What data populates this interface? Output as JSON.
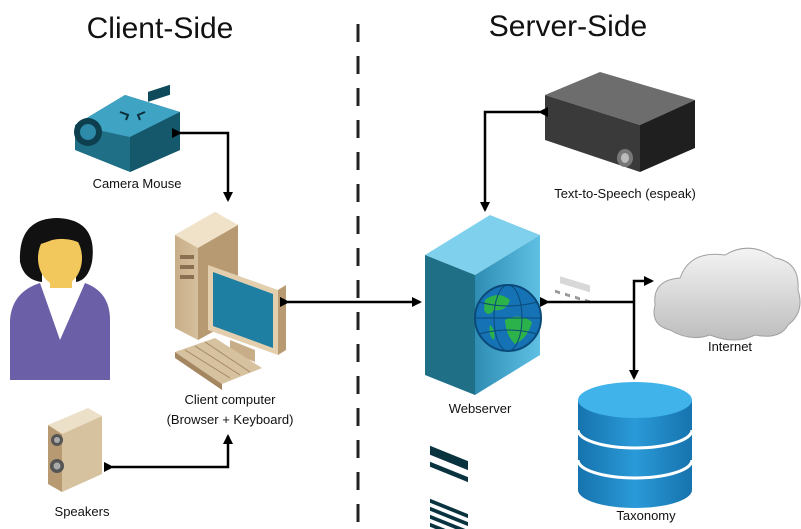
{
  "headings": {
    "client": "Client-Side",
    "server": "Server-Side"
  },
  "nodes": {
    "camera_mouse": {
      "label": "Camera Mouse",
      "icon": "projector-camera-icon"
    },
    "user": {
      "icon": "user-person-icon"
    },
    "client_computer": {
      "label_line1": "Client computer",
      "label_line2": "(Browser + Keyboard)",
      "icon": "desktop-computer-icon"
    },
    "speakers": {
      "label": "Speakers",
      "icon": "speaker-icon"
    },
    "tts": {
      "label": "Text-to-Speech (espeak)",
      "icon": "audio-receiver-icon"
    },
    "webserver": {
      "label": "Webserver",
      "icon": "web-server-icon"
    },
    "internet": {
      "label": "Internet",
      "icon": "cloud-icon"
    },
    "taxonomy": {
      "label": "Taxonomy",
      "icon": "database-icon"
    }
  },
  "colors": {
    "teal": "#1f6f86",
    "teal_light": "#3fa3c4",
    "server_blue": "#3aa6d0",
    "db_blue": "#1b86c4",
    "beige": "#d9c3a0",
    "skin": "#f2c75c",
    "shirt": "#6b5fa8",
    "hair": "#111111"
  }
}
